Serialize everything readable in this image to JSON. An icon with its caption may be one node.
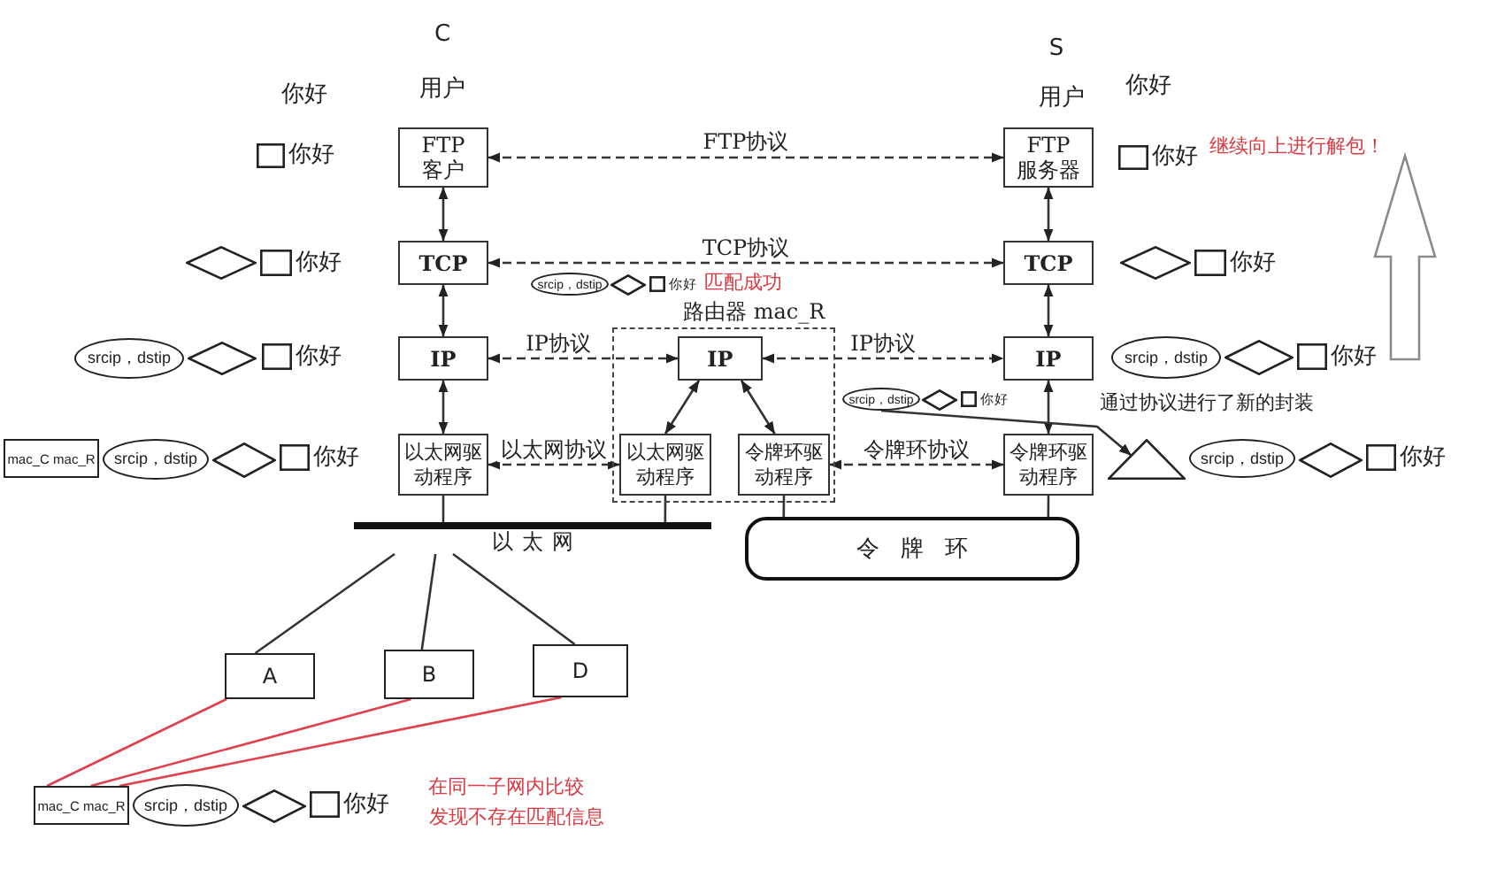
{
  "diagram": {
    "nodes": [
      {
        "text": [
          "FTP 客户"
        ]
      },
      {
        "text": [
          "TCP"
        ]
      },
      {
        "text": [
          "IP"
        ]
      },
      {
        "text": [
          "以太网驱动程序"
        ]
      },
      {
        "text": [
          "路由器 mac_R"
        ]
      },
      {
        "text": [
          "IP"
        ],
        "in": 4
      },
      {
        "text": [
          "以太网驱动程序"
        ],
        "in": 4
      },
      {
        "text": [
          "令牌环驱动程序"
        ],
        "in": 4
      },
      {
        "text": [
          "FTP 服务器"
        ]
      },
      {
        "text": [
          "TCP"
        ]
      },
      {
        "text": [
          "IP"
        ]
      },
      {
        "text": [
          "令牌环驱动程序"
        ]
      },
      {
        "text": [
          "以太网"
        ]
      },
      {
        "text": [
          "令牌环"
        ]
      },
      {
        "text": [
          "A"
        ]
      },
      {
        "text": [
          "B"
        ]
      },
      {
        "text": [
          "D"
        ]
      },
      {
        "text": [],
        "shape": "box",
        "beside": [
          "你好"
        ]
      },
      {
        "text": [],
        "shape": "box",
        "beside": [
          "你好"
        ]
      },
      {
        "text": [],
        "shape": "diamond"
      },
      {
        "text": [],
        "shape": "box",
        "beside": [
          "你好"
        ]
      },
      {
        "text": [],
        "shape": "diamond"
      },
      {
        "text": [],
        "shape": "box",
        "beside": [
          "你好"
        ]
      },
      {
        "text": [
          "srcip，dstip"
        ]
      },
      {
        "text": [],
        "shape": "diamond"
      },
      {
        "text": [],
        "shape": "box",
        "beside": [
          "你好"
        ]
      },
      {
        "text": [
          "srcip，dstip"
        ]
      },
      {
        "text": [],
        "shape": "diamond"
      },
      {
        "text": [],
        "shape": "box",
        "beside": [
          "你好"
        ]
      },
      {
        "text": [
          "srcip，dstip"
        ]
      },
      {
        "text": [],
        "shape": "diamond"
      },
      {
        "text": [],
        "shape": "box",
        "beside": [
          "你好"
        ]
      },
      {
        "text": [
          "srcip，dstip"
        ]
      },
      {
        "text": [],
        "shape": "diamond"
      },
      {
        "text": [],
        "shape": "box",
        "beside": [
          "你好"
        ]
      },
      {
        "text": [
          "mac_C mac_R"
        ]
      },
      {
        "text": [
          "srcip，dstip"
        ]
      },
      {
        "text": [],
        "shape": "diamond"
      },
      {
        "text": [],
        "shape": "box",
        "beside": [
          "你好"
        ]
      },
      {
        "text": [],
        "shape": "triangle"
      },
      {
        "text": [
          "srcip，dstip"
        ]
      },
      {
        "text": [],
        "shape": "diamond"
      },
      {
        "text": [],
        "shape": "box",
        "beside": [
          "你好"
        ]
      },
      {
        "text": [
          "mac_C mac_R"
        ]
      },
      {
        "text": [
          "srcip，dstip"
        ]
      },
      {
        "text": [],
        "shape": "diamond"
      },
      {
        "text": [],
        "shape": "box",
        "beside": [
          "你好"
        ]
      }
    ],
    "edges": [
      {
        "from": 0,
        "to": 8,
        "arrow": "both",
        "style": "dashed",
        "label": "FTP协议"
      },
      {
        "from": 0,
        "to": 1,
        "arrow": "both"
      },
      {
        "from": 8,
        "to": 9,
        "arrow": "both"
      },
      {
        "from": 1,
        "to": 9,
        "arrow": "both",
        "style": "dashed",
        "label": "TCP协议"
      },
      {
        "from": 1,
        "to": 2,
        "arrow": "both"
      },
      {
        "from": 9,
        "to": 10,
        "arrow": "both"
      },
      {
        "from": 2,
        "to": 5,
        "arrow": "both",
        "style": "dashed",
        "label": "IP协议"
      },
      {
        "from": 5,
        "to": 10,
        "arrow": "both",
        "style": "dashed",
        "label": "IP协议"
      },
      {
        "from": 2,
        "to": 3,
        "arrow": "both"
      },
      {
        "from": 10,
        "to": 11,
        "arrow": "both"
      },
      {
        "from": 5,
        "to": 6,
        "arrow": "both"
      },
      {
        "from": 5,
        "to": 7,
        "arrow": "both"
      },
      {
        "from": 3,
        "to": 6,
        "arrow": "both",
        "style": "dashed",
        "label": "以太网协议"
      },
      {
        "from": 7,
        "to": 11,
        "arrow": "both",
        "style": "dashed",
        "label": "令牌环协议"
      },
      {
        "from": 32,
        "to": 39,
        "arrow": "to"
      },
      {
        "from": 3,
        "to": 12,
        "arrow": "none"
      },
      {
        "from": 6,
        "to": 12,
        "arrow": "none"
      },
      {
        "from": 7,
        "to": 13,
        "arrow": "none"
      },
      {
        "from": 11,
        "to": 13,
        "arrow": "none"
      },
      {
        "from": 12,
        "to": 14,
        "arrow": "none"
      },
      {
        "from": 12,
        "to": 15,
        "arrow": "none"
      },
      {
        "from": 12,
        "to": 16,
        "arrow": "none"
      },
      {
        "from": 14,
        "to": 43,
        "arrow": "none",
        "color": "#e0404a"
      },
      {
        "from": 15,
        "to": 43,
        "arrow": "none",
        "color": "#e0404a"
      },
      {
        "from": 16,
        "to": 43,
        "arrow": "none",
        "color": "#e0404a"
      }
    ],
    "labels": [
      "C",
      "S",
      "你好",
      "用户",
      "用户",
      "你好",
      "继续向上进行解包！",
      "匹配成功",
      "通过协议进行了新的封装",
      "在同一子网内比较",
      "发现不存在匹配信息"
    ]
  }
}
